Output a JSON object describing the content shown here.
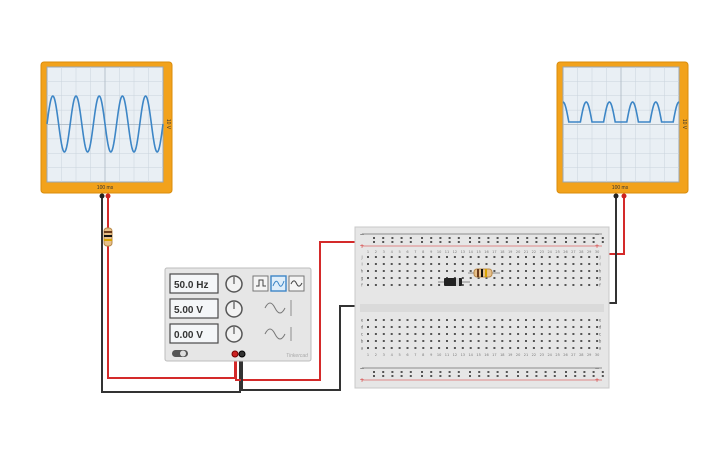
{
  "oscilloscope_left": {
    "time_label": "100 ms",
    "volt_label": "10 V",
    "trace": "sine",
    "trace_color": "#3d86c6",
    "frame_color": "#f2a21b"
  },
  "oscilloscope_right": {
    "time_label": "100 ms",
    "volt_label": "10 V",
    "trace": "half-wave-rectified",
    "trace_color": "#3d86c6",
    "frame_color": "#f2a21b"
  },
  "function_generator": {
    "frequency": "50.0 Hz",
    "amplitude": "5.00 V",
    "dc_offset": "0.00 V",
    "waveforms": [
      "square",
      "triangle",
      "sine"
    ],
    "selected_waveform": "triangle",
    "brand": "Tinkercad"
  },
  "breadboard": {
    "row_letters_top": [
      "j",
      "i",
      "h",
      "g",
      "f"
    ],
    "row_letters_bottom": [
      "e",
      "d",
      "c",
      "b",
      "a"
    ],
    "column_numbers": [
      "1",
      "2",
      "3",
      "4",
      "5",
      "6",
      "7",
      "8",
      "9",
      "10",
      "11",
      "12",
      "13",
      "14",
      "15",
      "16",
      "17",
      "18",
      "19",
      "20",
      "21",
      "22",
      "23",
      "24",
      "25",
      "26",
      "27",
      "28",
      "29",
      "30"
    ],
    "rail_plus": "+",
    "rail_minus": "−"
  },
  "colors": {
    "wire_red": "#d42a2a",
    "wire_black": "#333333",
    "screen": "#e9eff4",
    "grid": "#c9d3dc"
  }
}
